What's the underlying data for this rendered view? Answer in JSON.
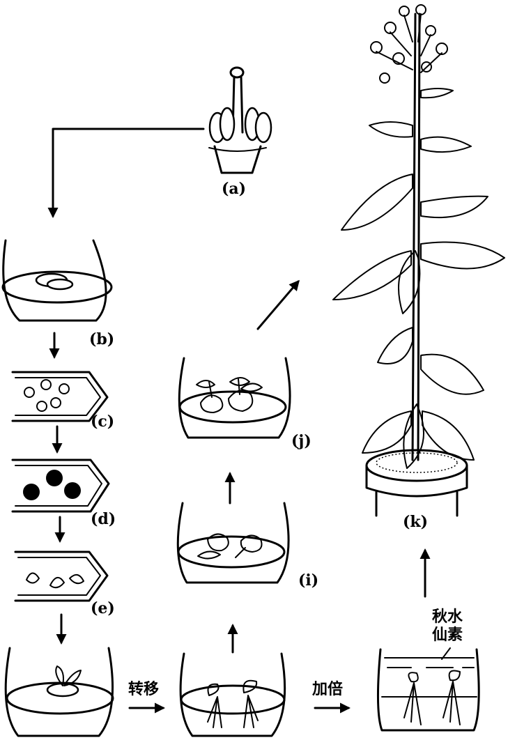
{
  "labels": {
    "a": "(a)",
    "b": "(b)",
    "c": "(c)",
    "d": "(d)",
    "e": "(e)",
    "i": "(i)",
    "j": "(j)",
    "k": "(k)"
  },
  "steps": {
    "transfer": "转移",
    "double": "加倍"
  },
  "reagent": {
    "line1": "秋水",
    "line2": "仙素"
  }
}
